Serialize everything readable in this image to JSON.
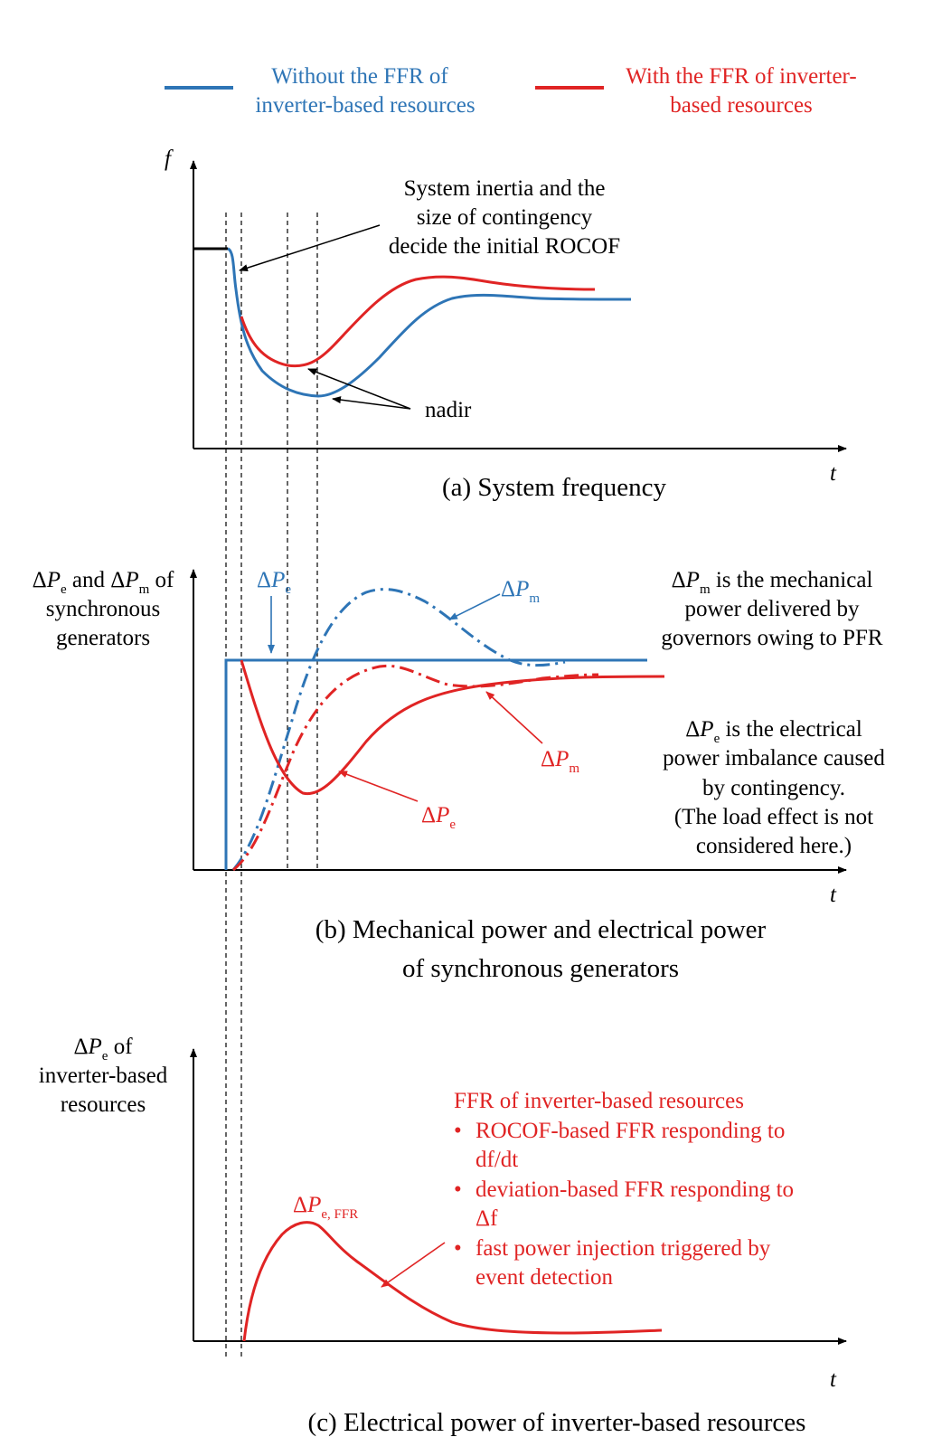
{
  "legend": {
    "blue": {
      "line1": "Without the FFR of",
      "line2": "inverter-based resources",
      "color": "#2e75b6"
    },
    "red": {
      "line1": "With the FFR of inverter-",
      "line2": "based resources",
      "color": "#e02424"
    }
  },
  "panel_a": {
    "y_axis_label": "f",
    "x_axis_label": "t",
    "annotation_rocof": [
      "System inertia and the",
      "size of contingency",
      "decide the initial ROCOF"
    ],
    "annotation_nadir": "nadir",
    "caption": "(a) System frequency"
  },
  "panel_b": {
    "y_axis_label": {
      "delta": "Δ",
      "p1": "P",
      "s1": "e",
      "mid": " and Δ",
      "p2": "P",
      "s2": "m",
      "end": " of",
      "line2": "synchronous",
      "line3": "generators"
    },
    "x_axis_label": "t",
    "label_blue_pe": {
      "delta": "Δ",
      "p": "P",
      "sub": "e"
    },
    "label_blue_pm": {
      "delta": "Δ",
      "p": "P",
      "sub": "m"
    },
    "label_red_pm": {
      "delta": "Δ",
      "p": "P",
      "sub": "m"
    },
    "label_red_pe": {
      "delta": "Δ",
      "p": "P",
      "sub": "e"
    },
    "note_pm": {
      "delta": "Δ",
      "p": "P",
      "sub": "m",
      "rest": " is the mechanical",
      "line2": "power delivered by",
      "line3": "governors owing to PFR"
    },
    "note_pe": {
      "delta": "Δ",
      "p": "P",
      "sub": "e",
      "rest": " is the electrical",
      "line2": "power imbalance caused",
      "line3": "by contingency.",
      "line4": "(The load effect is not",
      "line5": "considered here.)"
    },
    "caption": [
      "(b) Mechanical power and electrical power",
      "of synchronous generators"
    ]
  },
  "panel_c": {
    "y_axis_label": {
      "delta": "Δ",
      "p": "P",
      "sub": "e",
      "end": " of",
      "line2": "inverter-based",
      "line3": "resources"
    },
    "x_axis_label": "t",
    "curve_label": {
      "delta": "Δ",
      "p": "P",
      "sub": "e, FFR"
    },
    "ffr_title": "FFR of inverter-based resources",
    "ffr_bullets": [
      [
        "ROCOF-based FFR responding to",
        "df/dt"
      ],
      [
        "deviation-based FFR responding to",
        "Δf"
      ],
      [
        "fast power injection triggered by",
        "event detection"
      ]
    ],
    "bullet_char": "•",
    "caption": "(c) Electrical power of inverter-based resources"
  }
}
